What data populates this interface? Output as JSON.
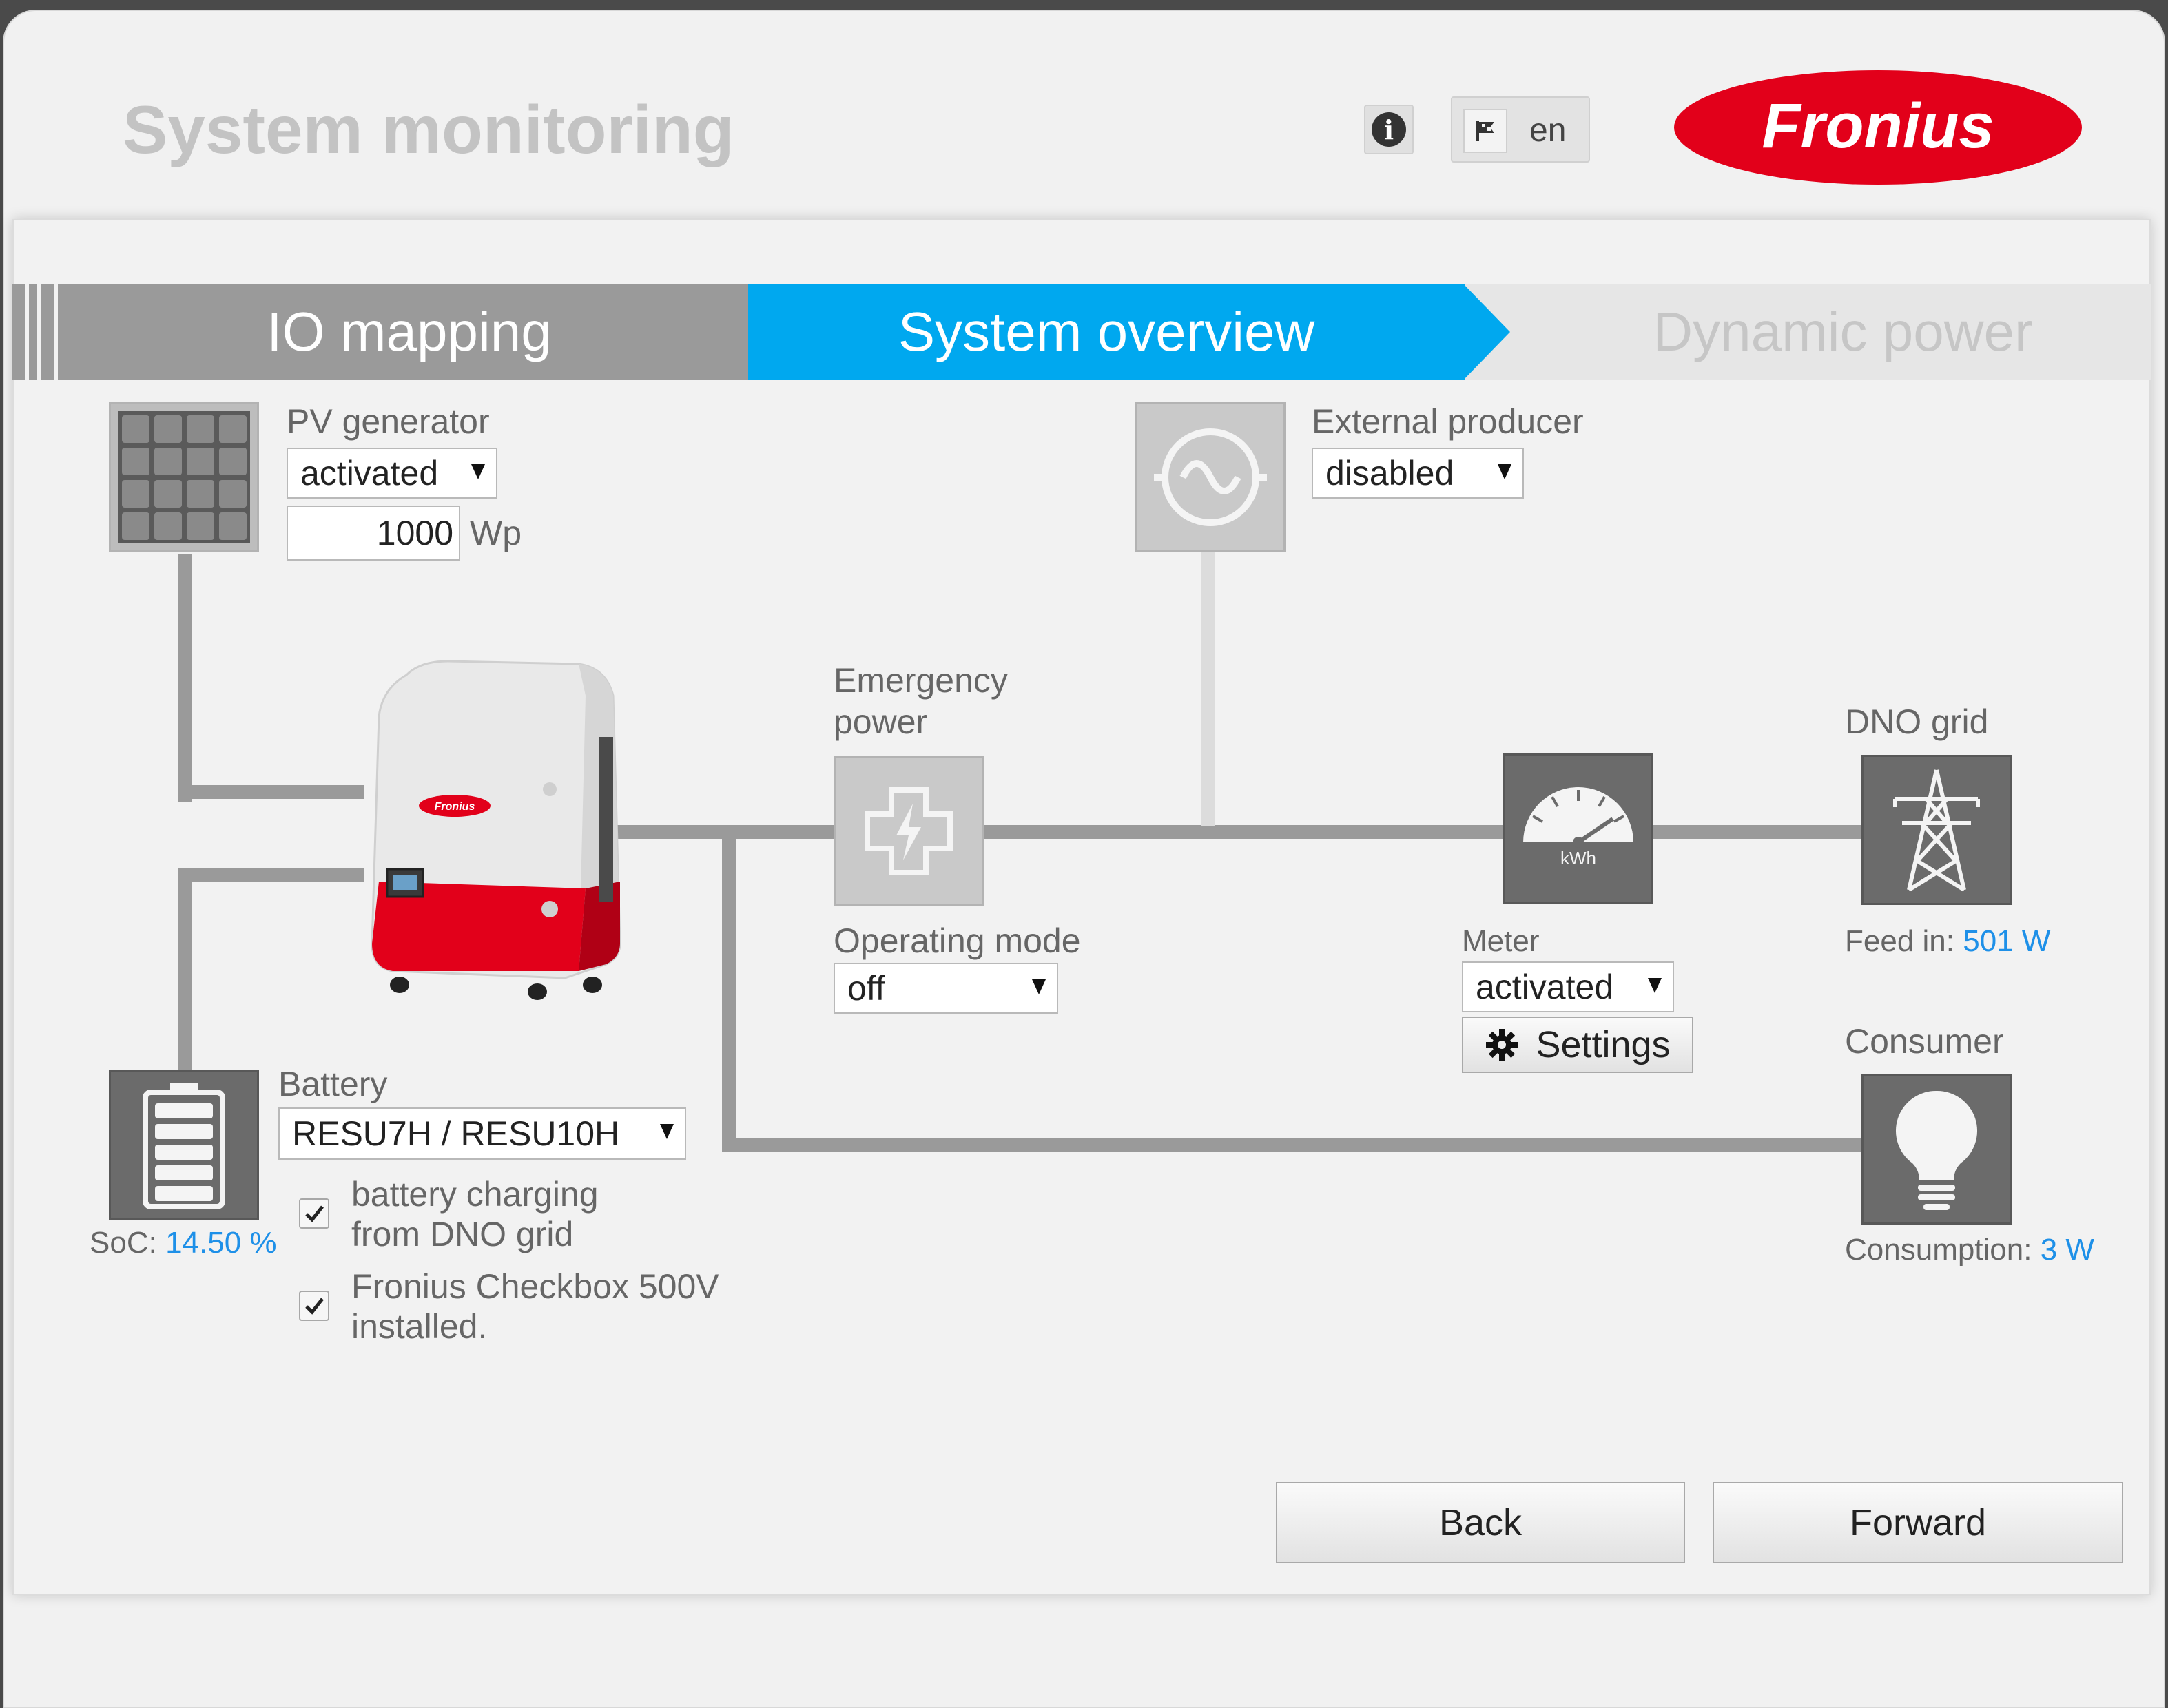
{
  "header": {
    "title": "System monitoring",
    "language": "en",
    "info_icon": "info-icon",
    "flag_icon": "flag-icon",
    "logo_text": "Fronius"
  },
  "wizard": {
    "steps": [
      {
        "label": "IO mapping",
        "state": "done"
      },
      {
        "label": "System overview",
        "state": "active"
      },
      {
        "label": "Dynamic power",
        "state": "upcoming"
      }
    ]
  },
  "pv_generator": {
    "label": "PV generator",
    "mode": "activated",
    "power_value": "1000",
    "power_unit": "Wp",
    "icon": "solar-panel-icon"
  },
  "external_producer": {
    "label": "External producer",
    "mode": "disabled",
    "icon": "ac-generator-icon"
  },
  "emergency_power": {
    "label_line1": "Emergency",
    "label_line2": "power",
    "operating_mode_label": "Operating mode",
    "operating_mode": "off",
    "icon": "emergency-power-icon"
  },
  "meter": {
    "label": "Meter",
    "mode": "activated",
    "settings_label": "Settings",
    "icon": "kwh-meter-icon",
    "icon_text": "kWh"
  },
  "dno_grid": {
    "label": "DNO grid",
    "feed_in_label": "Feed in:",
    "feed_in_value": "501 W",
    "icon": "power-pylon-icon"
  },
  "consumer": {
    "label": "Consumer",
    "consumption_label": "Consumption:",
    "consumption_value": "3 W",
    "icon": "light-bulb-icon"
  },
  "battery": {
    "label": "Battery",
    "model": "RESU7H / RESU10H",
    "soc_label": "SoC:",
    "soc_value": "14.50 %",
    "icon": "battery-icon",
    "options": [
      {
        "label_line1": "battery charging",
        "label_line2": "from DNO grid",
        "checked": true
      },
      {
        "label_line1": "Fronius Checkbox 500V",
        "label_line2": "installed.",
        "checked": true
      }
    ]
  },
  "inverter": {
    "icon": "fronius-inverter-icon"
  },
  "footer": {
    "back_label": "Back",
    "forward_label": "Forward"
  },
  "colors": {
    "accent": "#00a8ef",
    "brand_red": "#e2001a",
    "value_blue": "#1e90e8"
  }
}
